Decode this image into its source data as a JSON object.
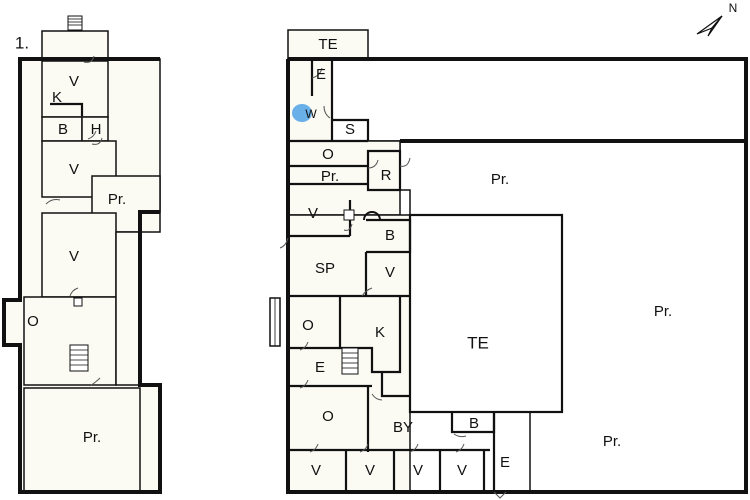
{
  "floor_number": "1.",
  "compass": {
    "label": "N"
  },
  "left_plan": {
    "rooms": [
      {
        "id": "v1",
        "label": "V"
      },
      {
        "id": "k",
        "label": "K"
      },
      {
        "id": "b",
        "label": "B"
      },
      {
        "id": "h",
        "label": "H"
      },
      {
        "id": "v2",
        "label": "V"
      },
      {
        "id": "pr1",
        "label": "Pr."
      },
      {
        "id": "v3",
        "label": "V"
      },
      {
        "id": "o",
        "label": "O"
      },
      {
        "id": "pr2",
        "label": "Pr."
      }
    ]
  },
  "right_plan": {
    "rooms": [
      {
        "id": "te_top",
        "label": "TE"
      },
      {
        "id": "e1",
        "label": "E"
      },
      {
        "id": "w",
        "label": "W"
      },
      {
        "id": "s",
        "label": "S"
      },
      {
        "id": "o1",
        "label": "O"
      },
      {
        "id": "pr_small",
        "label": "Pr."
      },
      {
        "id": "r",
        "label": "R"
      },
      {
        "id": "pr_big_top",
        "label": "Pr."
      },
      {
        "id": "v1",
        "label": "V"
      },
      {
        "id": "b1",
        "label": "B"
      },
      {
        "id": "sp",
        "label": "SP"
      },
      {
        "id": "v2",
        "label": "V"
      },
      {
        "id": "o2",
        "label": "O"
      },
      {
        "id": "k",
        "label": "K"
      },
      {
        "id": "te_mid",
        "label": "TE"
      },
      {
        "id": "pr_right",
        "label": "Pr."
      },
      {
        "id": "e2",
        "label": "E"
      },
      {
        "id": "o3",
        "label": "O"
      },
      {
        "id": "by",
        "label": "BY"
      },
      {
        "id": "b2",
        "label": "B"
      },
      {
        "id": "pr_bottom",
        "label": "Pr."
      },
      {
        "id": "v3",
        "label": "V"
      },
      {
        "id": "v4",
        "label": "V"
      },
      {
        "id": "v5",
        "label": "V"
      },
      {
        "id": "v6",
        "label": "V"
      },
      {
        "id": "e3",
        "label": "E"
      }
    ]
  },
  "colors": {
    "wall": "#111111",
    "floor": "#fbfbf4",
    "highlight": "#6ab0e8"
  }
}
